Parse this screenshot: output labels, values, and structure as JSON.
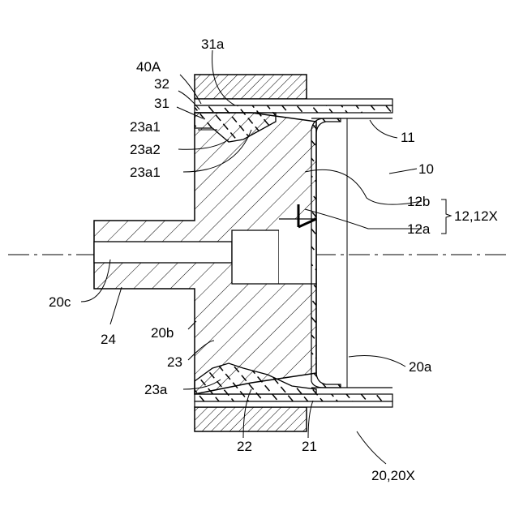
{
  "figure": {
    "labels": {
      "l31a": "31a",
      "l40A": "40A",
      "l32": "32",
      "l31": "31",
      "l23a1_top": "23a1",
      "l23a2": "23a2",
      "l23a1_mid": "23a1",
      "l11": "11",
      "l10": "10",
      "l12b": "12b",
      "l12a": "12a",
      "l12group": "12,12X",
      "l20c": "20c",
      "l24": "24",
      "l20b": "20b",
      "l23": "23",
      "l20a": "20a",
      "l23a": "23a",
      "l22": "22",
      "l21": "21",
      "l20group": "20,20X"
    }
  }
}
